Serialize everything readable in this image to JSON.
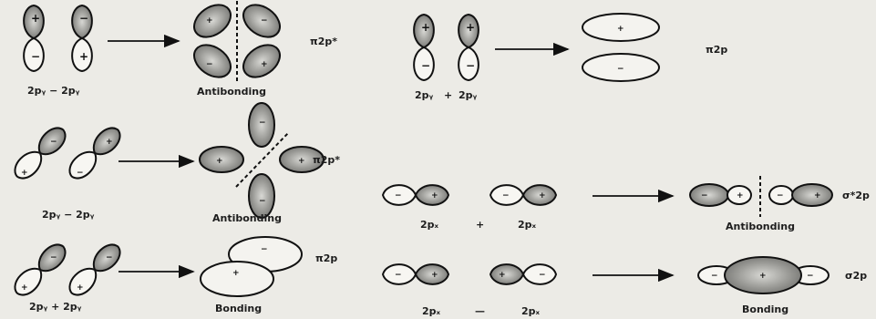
{
  "panels": {
    "pi_antibonding_side": {
      "reactants": "2pᵧ − 2pᵧ",
      "product_label": "Antibonding",
      "orbital": "π2p*"
    },
    "pi_bonding_side": {
      "reactant_a": "2pᵧ",
      "operator": "+",
      "reactant_b": "2pᵧ",
      "orbital": "π2p"
    },
    "pi_antibonding_tilted": {
      "reactants": "2pᵧ − 2pᵧ",
      "product_label": "Antibonding",
      "orbital": "π2p*"
    },
    "pi_bonding_tilted": {
      "reactants": "2pᵧ + 2pᵧ",
      "product_label": "Bonding",
      "orbital": "π2p"
    },
    "sigma_antibonding": {
      "reactant_a": "2pₓ",
      "operator": "+",
      "reactant_b": "2pₓ",
      "product_label": "Antibonding",
      "orbital": "σ*2p"
    },
    "sigma_bonding": {
      "reactant_a": "2pₓ",
      "operator": "—",
      "reactant_b": "2pₓ",
      "product_label": "Bonding",
      "orbital": "σ2p"
    }
  },
  "signs": {
    "plus": "+",
    "minus": "−",
    "dash": "-"
  },
  "colors": {
    "background": "#ecebe6",
    "line": "#111111",
    "shade": "#8c8c8c"
  }
}
